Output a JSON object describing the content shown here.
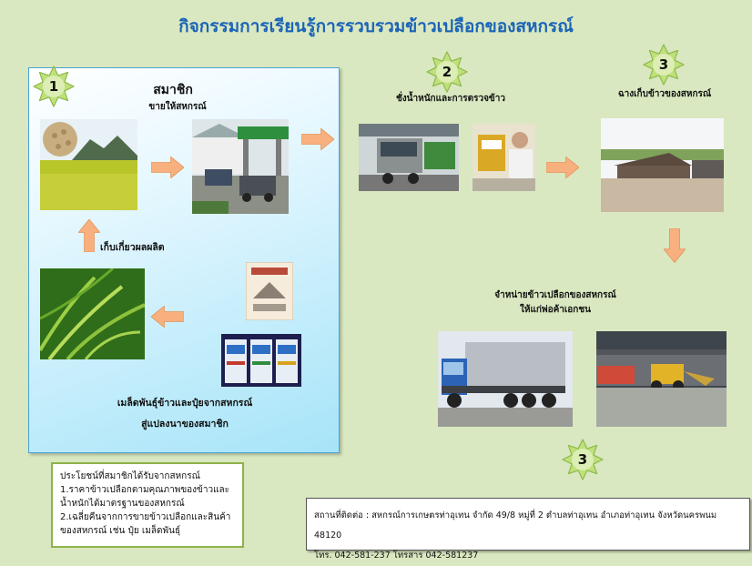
{
  "title": "กิจกรรมการเรียนรู้การรวบรวมข้าวเปลือกของสหกรณ์",
  "badges": [
    "1",
    "2",
    "3",
    "3"
  ],
  "member": {
    "heading": "สมาชิก",
    "sell": "ขายให้สหกรณ์",
    "harvest": "เก็บเกี่ยวผลผลิต",
    "supply_line1": "เมล็ดพันธุ์ข้าวและปุ๋ยจากสหกรณ์",
    "supply_line2": "สู่แปลงนาของสมาชิก"
  },
  "step2": {
    "label": "ชั่งน้ำหนักและการตรวจข้าว"
  },
  "step3": {
    "label": "ฉางเก็บข้าวของสหกรณ์"
  },
  "step4": {
    "line1": "จำหน่ายข้าวเปลือกของสหกรณ์",
    "line2": "ให้แก่พ่อค้าเอกชน"
  },
  "benefits": {
    "heading": "ประโยชน์ที่สมาชิกได้รับจากสหกรณ์",
    "item1_line1": "1.ราคาข้าวเปลือกตามคุณภาพของข้าวและ",
    "item1_line2": "น้ำหนักได้มาตรฐานของสหกรณ์",
    "item2_line1": "2.เฉลี่ยคืนจากการขายข้าวเปลือกและสินค้า",
    "item2_line2": "ของสหกรณ์ เช่น ปุ๋ย เมล็ดพันธุ์"
  },
  "address": {
    "line1": "สถานที่ติดต่อ : สหกรณ์การเกษตรท่าอุเทน จำกัด 49/8 หมู่ที่ 2 ตำบลท่าอุเทน อำเภอท่าอุเทน จังหวัดนครพนม 48120",
    "line2": "โทร. 042-581-237 โทรสาร 042-581237"
  },
  "colors": {
    "title": "#1a63b8",
    "arrow": "#f7b07e",
    "badge": "#bfe07a",
    "panel_border": "#4ba3d4",
    "benefits_border": "#8fb24a"
  }
}
